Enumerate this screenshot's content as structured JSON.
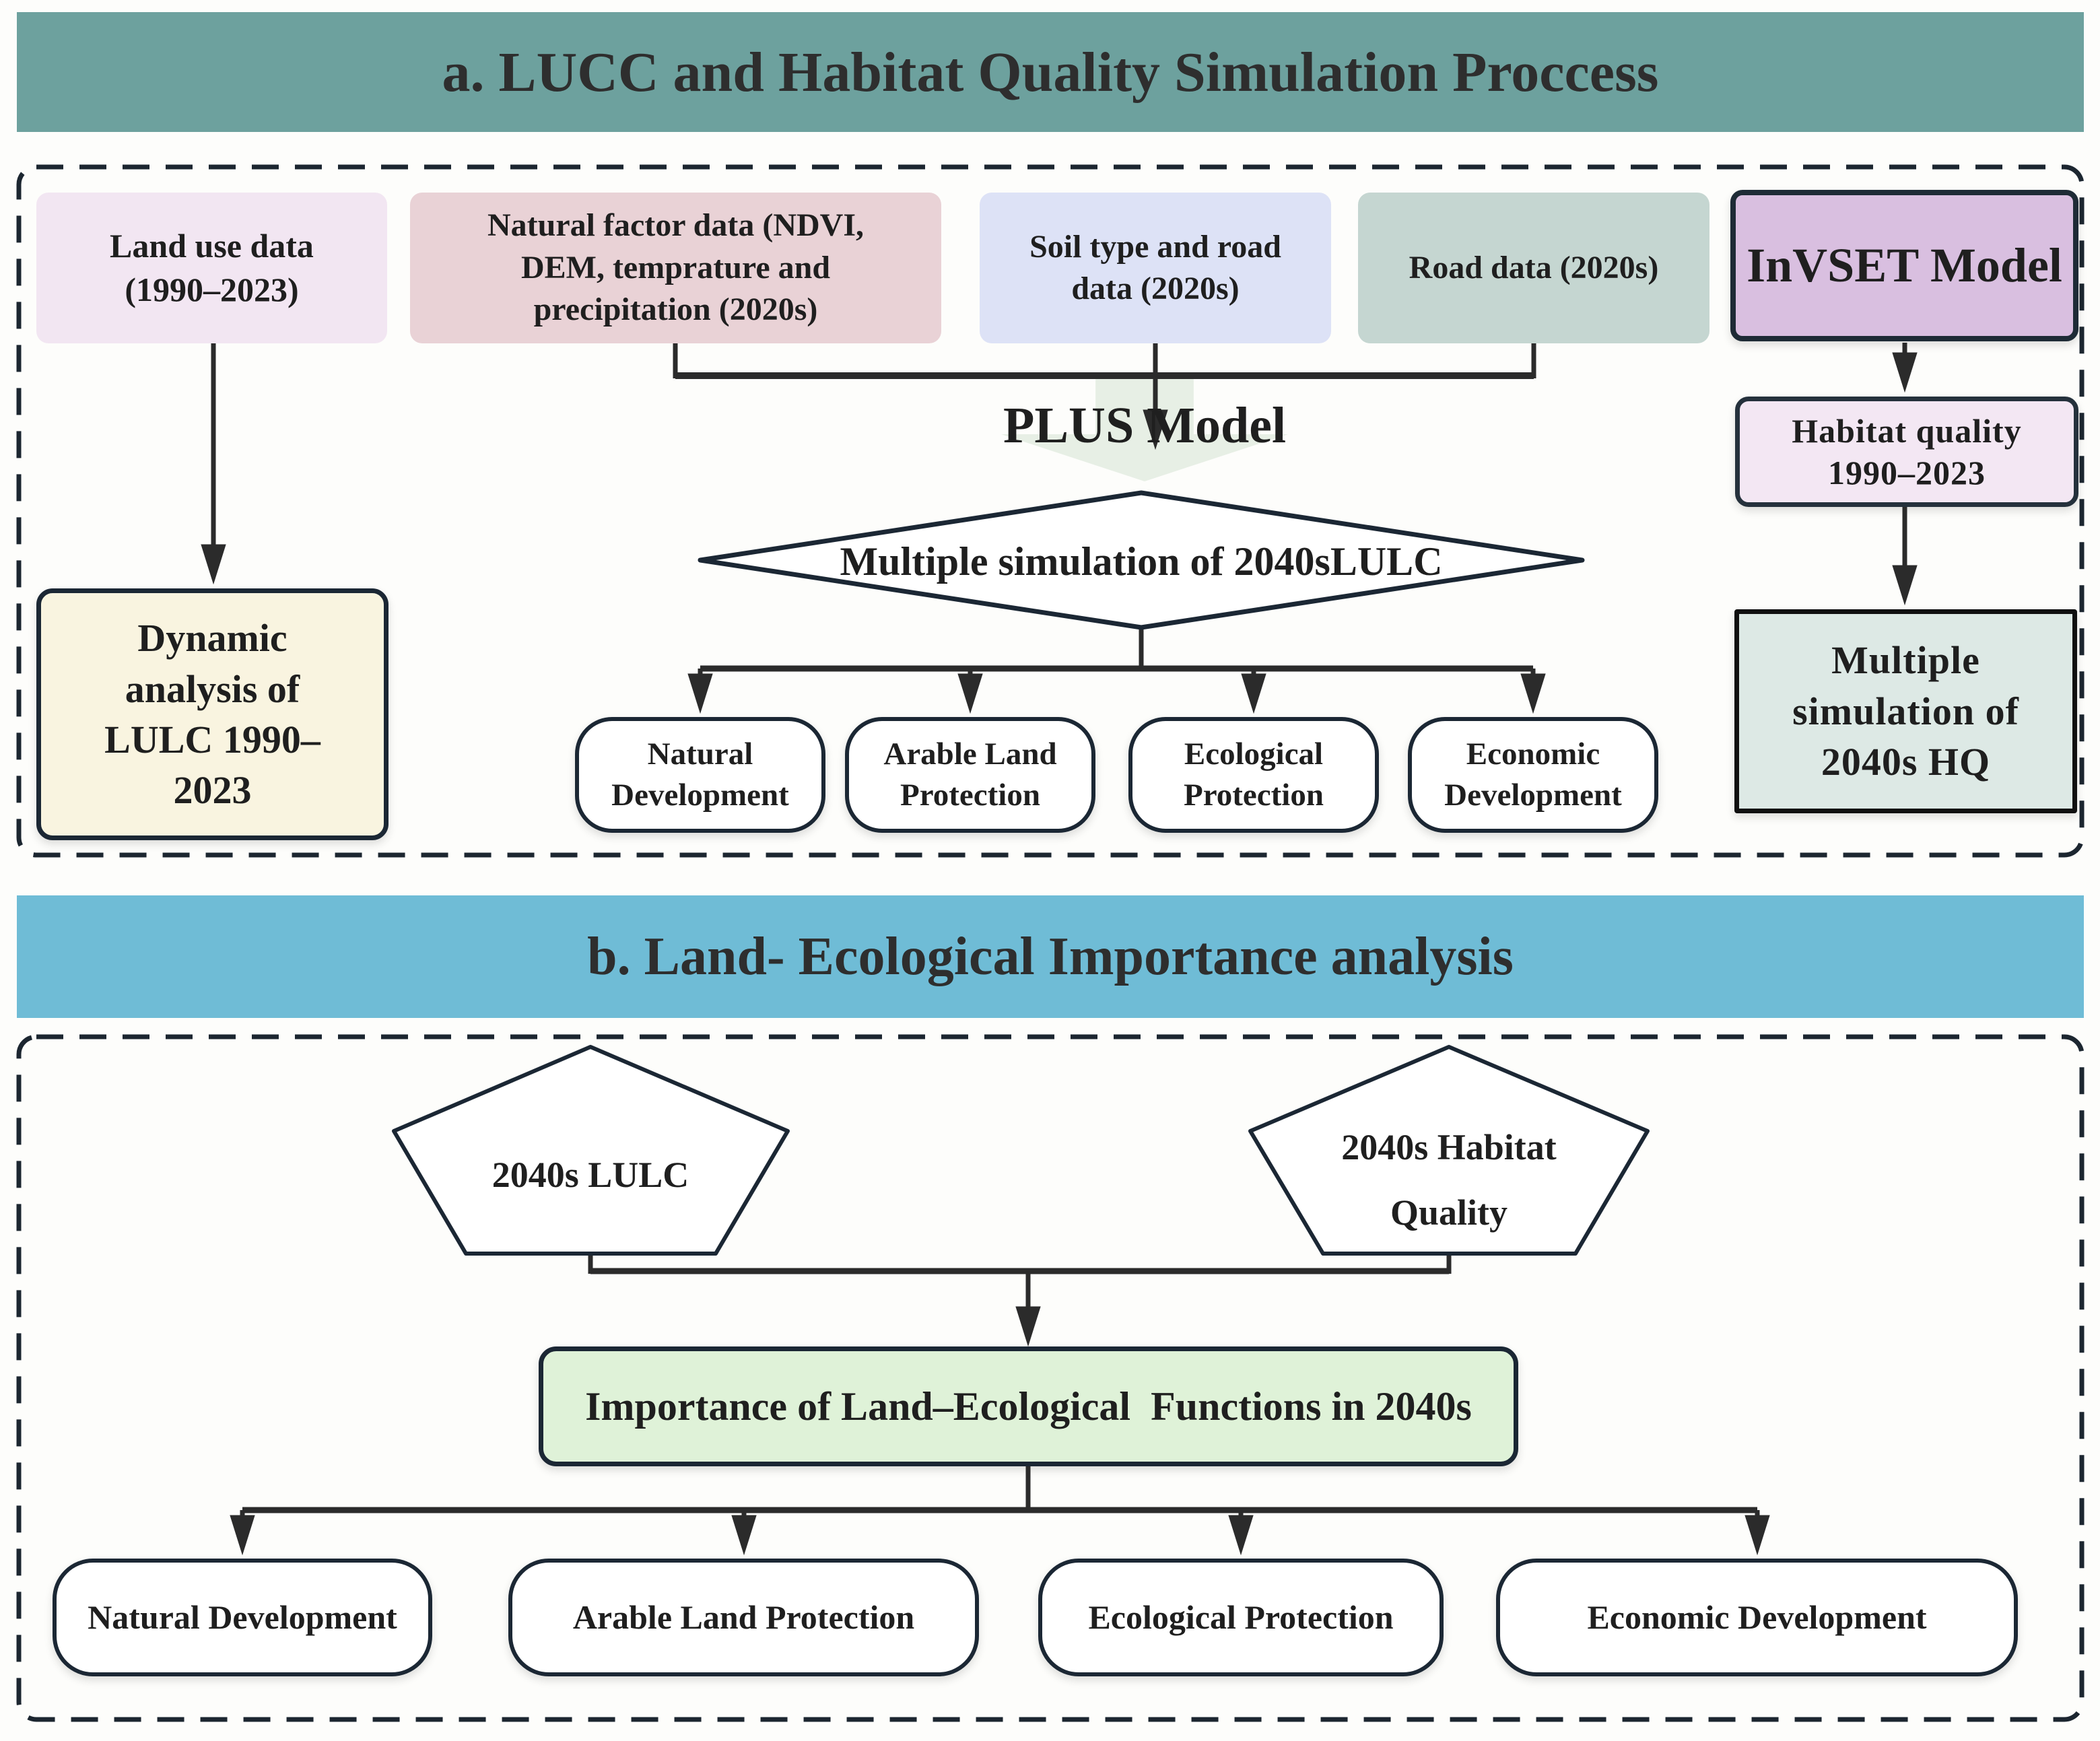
{
  "colors": {
    "banner_a_bg": "#6da19e",
    "banner_b_bg": "#6fbcd6",
    "title_text": "#2e2e2e",
    "outline": "#1b2734",
    "connector": "#2b2b2b",
    "box_land_use_bg": "#f2e6f2",
    "box_natural_factor_bg": "#e9d2d6",
    "box_soil_road_bg": "#dde2f6",
    "box_road_bg": "#c5d6d1",
    "box_invset_bg": "#d9bfe0",
    "box_dynamic_bg": "#f9f4e0",
    "box_habitat_quality_bg": "#f3e7f3",
    "box_multi_sim_hq_bg": "#dde9e5",
    "box_importance_bg": "#dff2d8",
    "plus_arrow_bg": "#e7efe5",
    "scenario_box_bg": "#ffffff"
  },
  "section_a": {
    "title": "a. LUCC and Habitat Quality Simulation Proccess",
    "boxes": {
      "land_use": {
        "lines": [
          "Land use data",
          "(1990–2023)"
        ]
      },
      "natural_factor": {
        "lines": [
          "Natural factor data (NDVI,",
          "DEM, temprature and",
          "precipitation (2020s)"
        ]
      },
      "soil_road": {
        "lines": [
          "Soil type and road",
          "data (2020s)"
        ]
      },
      "road": {
        "lines": [
          "Road data (2020s)"
        ]
      },
      "invset_model": {
        "label": "InVSET Model"
      },
      "dynamic_analysis": {
        "lines": [
          "Dynamic",
          "analysis of",
          "LULC 1990–",
          "2023"
        ]
      },
      "habitat_quality": {
        "lines": [
          "Habitat quality",
          "1990–2023"
        ]
      },
      "multi_sim_hq": {
        "lines": [
          "Multiple",
          "simulation of",
          "2040s HQ"
        ]
      }
    },
    "plus_model_label": "PLUS Model",
    "diamond_label": "Multiple simulation of 2040sLULC",
    "scenarios": [
      {
        "lines": [
          "Natural",
          "Development"
        ]
      },
      {
        "lines": [
          "Arable Land",
          "Protection"
        ]
      },
      {
        "lines": [
          "Ecological",
          "Protection"
        ]
      },
      {
        "lines": [
          "Economic",
          "Development"
        ]
      }
    ]
  },
  "section_b": {
    "title": "b. Land- Ecological Importance analysis",
    "pentagon_lulc_label": "2040s LULC",
    "pentagon_hq": {
      "lines": [
        "2040s Habitat",
        "Quality"
      ]
    },
    "importance_label": "Importance of Land–Ecological  Functions in 2040s",
    "scenarios": [
      {
        "label": "Natural Development"
      },
      {
        "label": "Arable Land Protection"
      },
      {
        "label": "Ecological Protection"
      },
      {
        "label": "Economic Development"
      }
    ]
  }
}
